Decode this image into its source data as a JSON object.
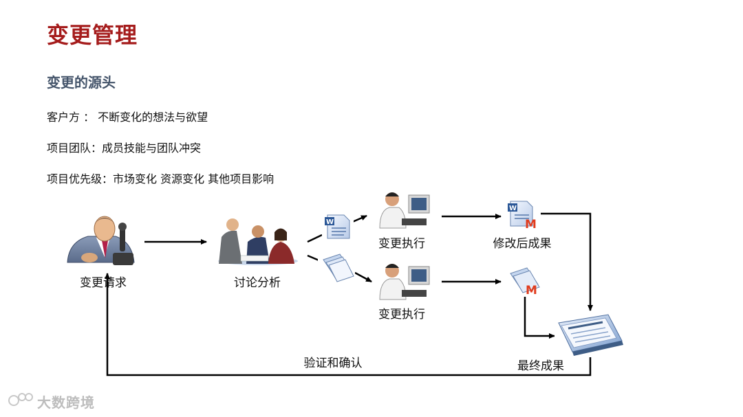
{
  "title": "变更管理",
  "subtitle": "变更的源头",
  "lines": [
    "客户方 ：   不断变化的想法与欲望",
    "项目团队：成员技能与团队冲突",
    "项目优先级：市场变化    资源变化   其他项目影响"
  ],
  "nodes": {
    "request": "变更请求",
    "discussion": "讨论分析",
    "execute_top": "变更执行",
    "execute_bottom": "变更执行",
    "revised": "修改后成果",
    "final": "最终成果"
  },
  "loop_label": "验证和确认",
  "watermark": "大数跨境",
  "icons": {
    "request": "businessman-phone-icon",
    "discussion": "meeting-people-icon",
    "doc_word": "word-document-icon",
    "doc_pages": "stacked-pages-icon",
    "worker": "computer-worker-icon",
    "revised": "word-document-modified-icon",
    "pages_modified": "stacked-pages-modified-icon",
    "final": "newspaper-icon"
  },
  "colors": {
    "title": "#a51c1c",
    "subtitle": "#44546a",
    "arrow": "#000000",
    "modified_mark": "#e03c1e"
  }
}
